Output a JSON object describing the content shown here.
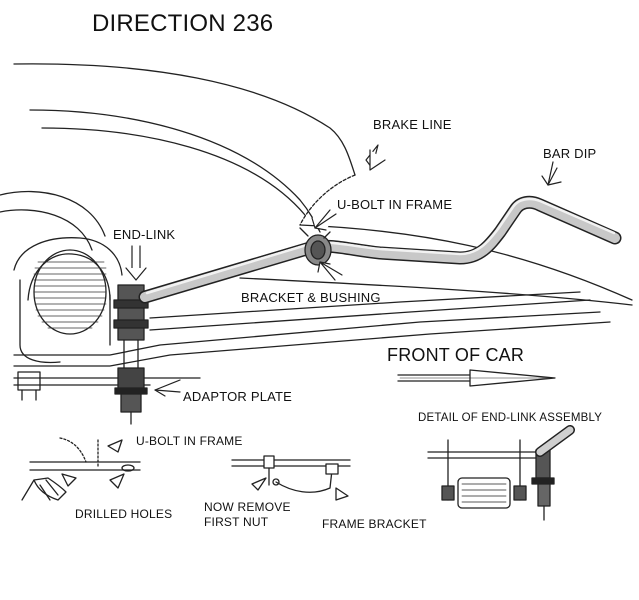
{
  "title": "DIRECTION 236",
  "labels": {
    "brake_line": "BRAKE LINE",
    "bar_dip": "BAR DIP",
    "u_bolt_in_frame": "U-BOLT IN FRAME",
    "end_link": "END-LINK",
    "bracket_bushing": "BRACKET &  BUSHING",
    "front_of_car": "FRONT OF CAR",
    "adaptor_plate": "ADAPTOR PLATE",
    "u_bolt_in_frame_detail": "U-BOLT IN FRAME",
    "detail_end_link": "DETAIL OF END-LINK ASSEMBLY",
    "drilled_holes": "DRILLED HOLES",
    "now_remove": "NOW REMOVE",
    "first_nut": "FIRST NUT",
    "frame_bracket": "FRAME BRACKET"
  }
}
